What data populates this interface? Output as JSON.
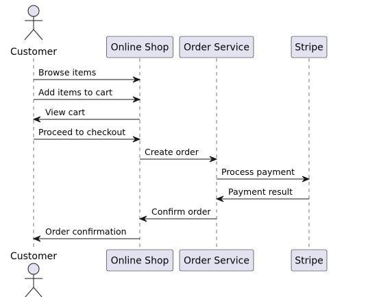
{
  "diagram": {
    "type": "sequence",
    "participants": [
      {
        "id": "customer",
        "label": "Customer",
        "kind": "actor"
      },
      {
        "id": "shop",
        "label": "Online Shop",
        "kind": "box"
      },
      {
        "id": "order",
        "label": "Order Service",
        "kind": "box"
      },
      {
        "id": "stripe",
        "label": "Stripe",
        "kind": "box"
      }
    ],
    "messages": [
      {
        "from": "customer",
        "to": "shop",
        "label": "Browse items"
      },
      {
        "from": "customer",
        "to": "shop",
        "label": "Add items to cart"
      },
      {
        "from": "shop",
        "to": "customer",
        "label": "View cart"
      },
      {
        "from": "customer",
        "to": "shop",
        "label": "Proceed to checkout"
      },
      {
        "from": "shop",
        "to": "order",
        "label": "Create order"
      },
      {
        "from": "order",
        "to": "stripe",
        "label": "Process payment"
      },
      {
        "from": "stripe",
        "to": "order",
        "label": "Payment result"
      },
      {
        "from": "order",
        "to": "shop",
        "label": "Confirm order"
      },
      {
        "from": "shop",
        "to": "customer",
        "label": "Order confirmation"
      }
    ]
  },
  "colors": {
    "box_fill": "#e2e2f0",
    "box_stroke": "#181818",
    "line": "#181818",
    "lifeline": "#181818"
  }
}
